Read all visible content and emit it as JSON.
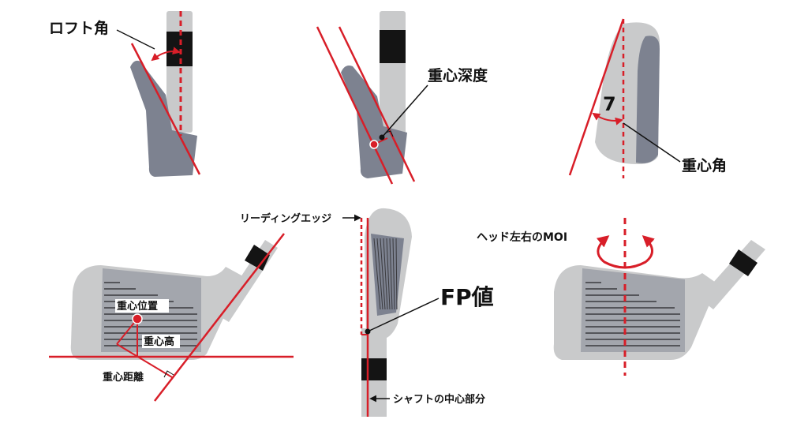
{
  "colors": {
    "accent": "#d81e28",
    "metal_light": "#c9cacb",
    "metal_mid": "#bdbec0",
    "metal_dark": "#7d8290",
    "ferrule": "#141414",
    "text": "#111111"
  },
  "labels": {
    "loft_angle": "ロフト角",
    "cg_depth": "重心深度",
    "seven": "7",
    "cg_angle": "重心角",
    "leading_edge": "リーディングエッジ",
    "fp_value": "FP値",
    "shaft_center": "シャフトの中心部分",
    "head_moi": "ヘッド左右のMOI",
    "cg_position": "重心位置",
    "cg_height": "重心高",
    "cg_distance": "重心距離"
  }
}
